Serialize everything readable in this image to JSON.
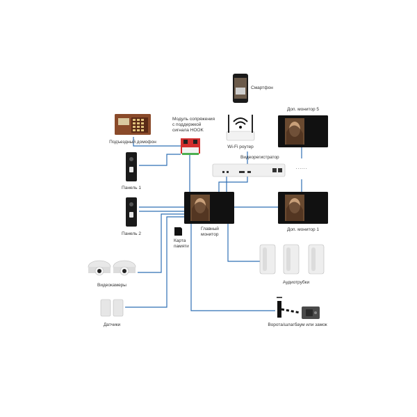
{
  "colors": {
    "wire": "#2e6fb5",
    "device_black": "#111111",
    "panel_brown": "#8a4a2a",
    "module_red": "#d32f2f",
    "white_device": "#e8e8e8"
  },
  "labels": {
    "smartphone": "Смартфон",
    "wifi_router": "Wi-Fi роутер",
    "entrance_intercom": "Подъездный домофон",
    "hook_module_line1": "Модуль сопряжения",
    "hook_module_line2": "с поддержкой",
    "hook_module_line3": "сигнала HOOK",
    "panel1": "Панель 1",
    "panel2": "Панель 2",
    "dvr": "Видеорегистратор",
    "main_monitor_line1": "Главный",
    "main_monitor_line2": "монитор",
    "memory_card_line1": "Карта",
    "memory_card_line2": "памяти",
    "extra_monitor_5": "Доп. монитор 5",
    "extra_monitor_1": "Доп. монитор 1",
    "ellipsis": "......",
    "cameras": "Видеокамеры",
    "handsets": "Аудиотрубки",
    "sensors": "Датчики",
    "gate_lock": "Ворота/шлагбаум или замок"
  },
  "icons": {
    "smartphone": "smartphone-icon",
    "router": "wifi-router-icon",
    "intercom": "entrance-intercom-icon",
    "module": "interface-module-icon",
    "panel": "call-panel-icon",
    "dvr": "dvr-icon",
    "monitor": "video-monitor-icon",
    "memory_card": "memory-card-icon",
    "camera": "dome-camera-icon",
    "handset": "audio-handset-icon",
    "sensor": "sensor-icon",
    "barrier": "barrier-gate-icon",
    "lock": "electric-lock-icon"
  }
}
